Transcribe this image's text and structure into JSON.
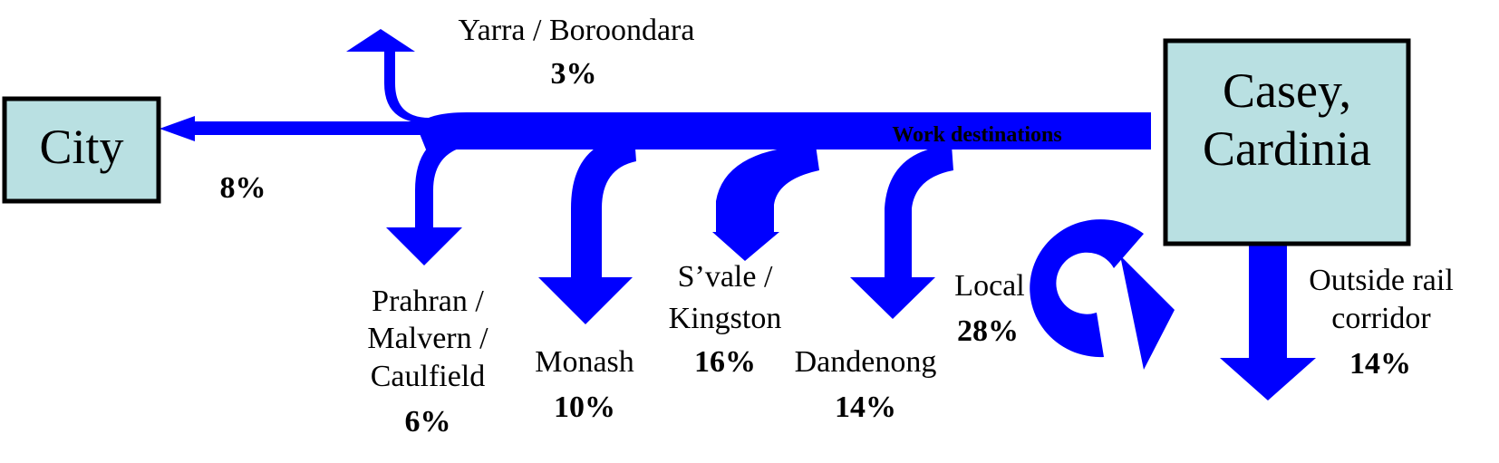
{
  "title": "",
  "colors": {
    "flow": "#0000ff",
    "node_fill": "#b9e0e2",
    "node_border": "#000000",
    "text": "#000000"
  },
  "origin": {
    "line1": "Casey,",
    "line2": "Cardinia"
  },
  "flow_label": "Work destinations",
  "city": {
    "label": "City",
    "pct": "8%"
  },
  "yarra": {
    "label": "Yarra / Boroondara",
    "pct": "3%"
  },
  "prahran": {
    "line1": "Prahran /",
    "line2": "Malvern /",
    "line3": "Caulfield",
    "pct": "6%"
  },
  "monash": {
    "label": "Monash",
    "pct": "10%"
  },
  "svale": {
    "line1": "S’vale /",
    "line2": "Kingston",
    "pct": "16%"
  },
  "dandenong": {
    "label": "Dandenong",
    "pct": "14%"
  },
  "local": {
    "label": "Local",
    "pct": "28%"
  },
  "outside": {
    "line1": "Outside rail",
    "line2": "corridor",
    "pct": "14%"
  }
}
